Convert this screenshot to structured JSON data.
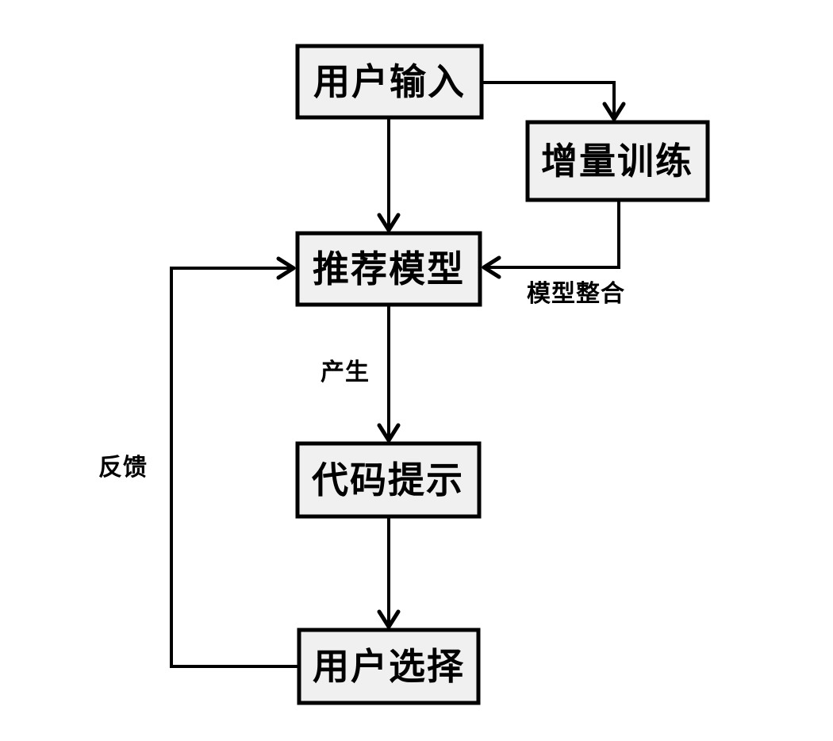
{
  "diagram": {
    "title": "code-recommendation-flowchart",
    "colors": {
      "background": "#ffffff",
      "node_fill": "#f0f0f0",
      "node_border": "#000000",
      "edge_line": "#000000",
      "text": "#000000"
    },
    "nodes": [
      {
        "id": "user-input",
        "label": "用户输入"
      },
      {
        "id": "incremental-training",
        "label": "增量训练"
      },
      {
        "id": "recommendation-model",
        "label": "推荐模型"
      },
      {
        "id": "code-hint",
        "label": "代码提示"
      },
      {
        "id": "user-selection",
        "label": "用户选择"
      }
    ],
    "edges": [
      {
        "from": "用户输入",
        "to": "推荐模型",
        "label": ""
      },
      {
        "from": "用户输入",
        "to": "增量训练",
        "label": ""
      },
      {
        "from": "增量训练",
        "to": "推荐模型",
        "label": "模型整合"
      },
      {
        "from": "推荐模型",
        "to": "代码提示",
        "label": "产生"
      },
      {
        "from": "代码提示",
        "to": "用户选择",
        "label": ""
      },
      {
        "from": "用户选择",
        "to": "推荐模型",
        "label": "反馈"
      }
    ]
  }
}
